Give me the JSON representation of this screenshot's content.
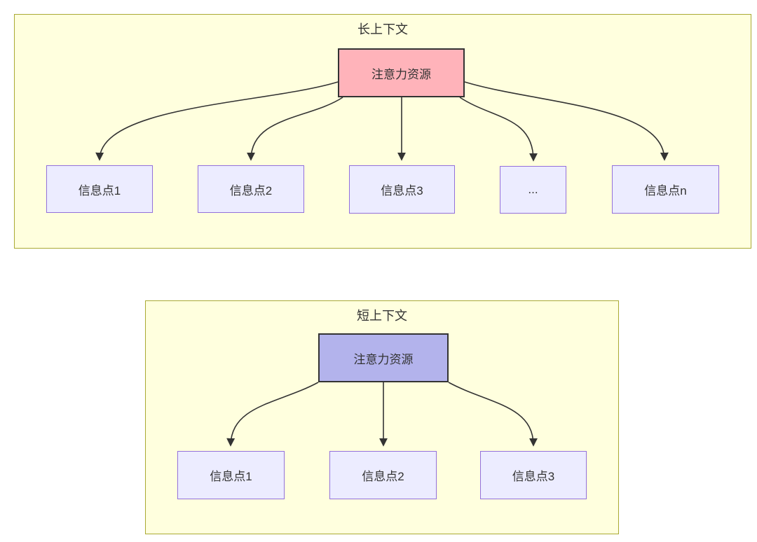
{
  "diagram": {
    "long_context": {
      "title": "长上下文",
      "root": {
        "label": "注意力资源",
        "fill": "#ffb3ba",
        "border": "#333333"
      },
      "children": [
        {
          "label": "信息点1"
        },
        {
          "label": "信息点2"
        },
        {
          "label": "信息点3"
        },
        {
          "label": "..."
        },
        {
          "label": "信息点n"
        }
      ]
    },
    "short_context": {
      "title": "短上下文",
      "root": {
        "label": "注意力资源",
        "fill": "#b3b3ec",
        "border": "#333333"
      },
      "children": [
        {
          "label": "信息点1"
        },
        {
          "label": "信息点2"
        },
        {
          "label": "信息点3"
        }
      ]
    },
    "colors": {
      "container_fill": "#ffffde",
      "container_border": "#aaaa33",
      "child_node_fill": "#ececff",
      "child_node_border": "#9370db",
      "arrow": "#333333",
      "text": "#333333"
    }
  }
}
